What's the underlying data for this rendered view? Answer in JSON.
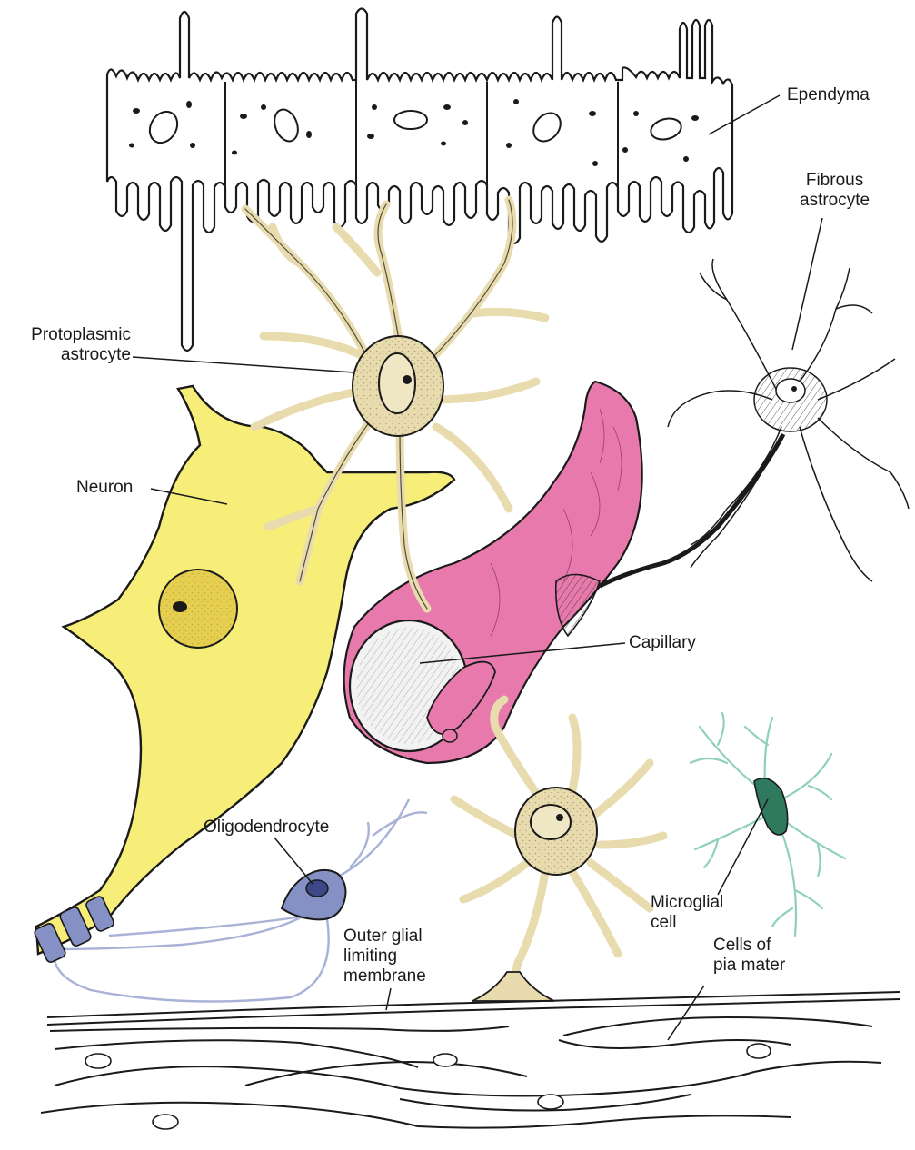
{
  "labels": {
    "ependyma": "Ependyma",
    "fibrous_astrocyte": "Fibrous\nastrocyte",
    "protoplasmic_astrocyte": "Protoplasmic\nastrocyte",
    "neuron": "Neuron",
    "capillary": "Capillary",
    "oligodendrocyte": "Oligodendrocyte",
    "microglial_cell": "Microglial\ncell",
    "outer_glial_limiting_membrane": "Outer glial\nlimiting\nmembrane",
    "cells_of_pia_mater": "Cells of\npia mater"
  },
  "colors": {
    "outline": "#1a1a1a",
    "astrocyte_fill": "#e8dcae",
    "neuron_fill": "#f7ee7a",
    "nucleus_fill": "#e6cf4e",
    "capillary_fill": "#e879ad",
    "capillary_inner": "#f2f2f2",
    "oligodendrocyte_fill": "#8590c4",
    "oligo_process": "#a8b2d6",
    "microglia_fill": "#2f7a5e",
    "microglia_process": "#8fd0bb"
  }
}
